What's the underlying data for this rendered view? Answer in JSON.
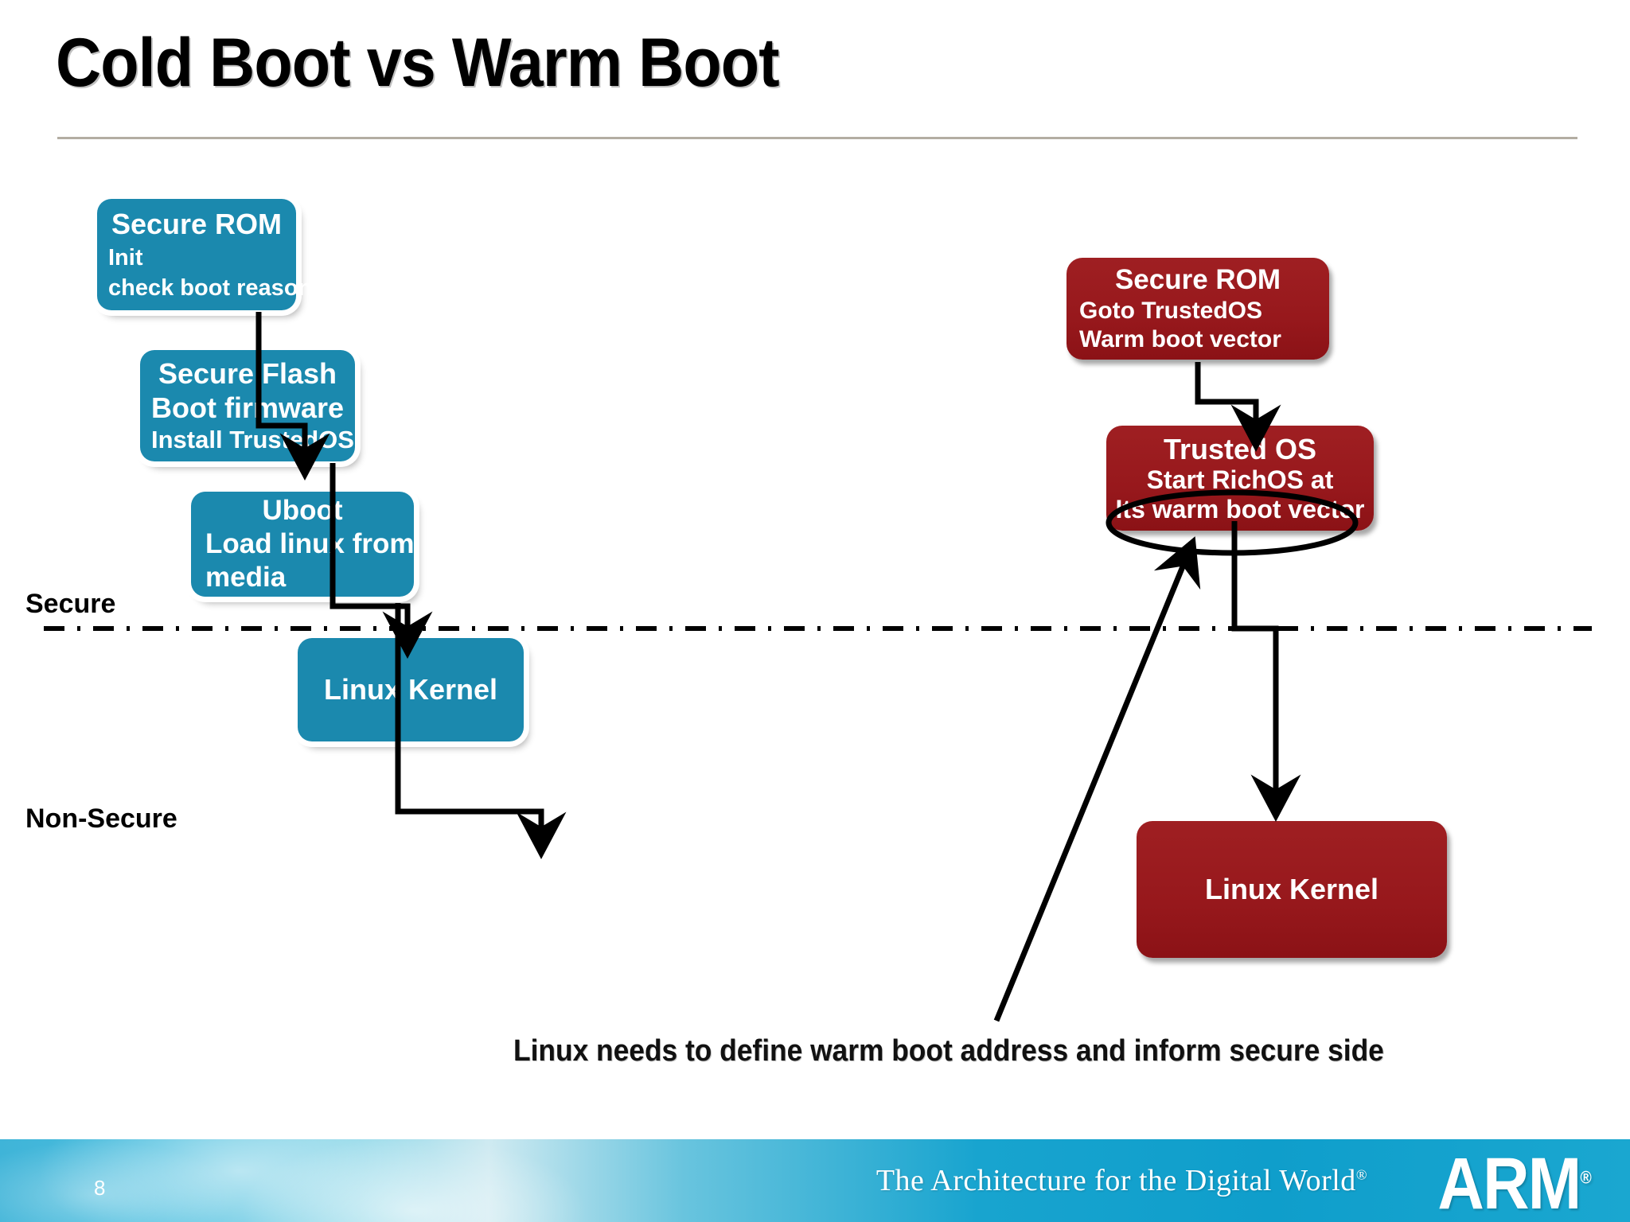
{
  "slide": {
    "title": "Cold Boot vs Warm Boot",
    "page_number": "8"
  },
  "regions": {
    "secure_label": "Secure",
    "nonsecure_label": "Non-Secure"
  },
  "colors": {
    "teal": "#1b89ae",
    "red": "#97181c",
    "footer_blue": "#18a4cf",
    "rule": "#b3ada3"
  },
  "cold_boot": {
    "boxes": [
      {
        "id": "secure-rom",
        "title": "Secure ROM",
        "line2": "Init",
        "line3": "check boot reason"
      },
      {
        "id": "secure-flash",
        "title": "Secure Flash",
        "line2": "Boot firmware",
        "line3": "Install TrustedOS"
      },
      {
        "id": "uboot",
        "title": "Uboot",
        "line2": "Load linux from",
        "line3": "media"
      },
      {
        "id": "linux-kernel",
        "title": "Linux Kernel",
        "line2": "",
        "line3": ""
      }
    ]
  },
  "warm_boot": {
    "boxes": [
      {
        "id": "secure-rom-warm",
        "title": "Secure ROM",
        "line2": "Goto TrustedOS",
        "line3": "Warm boot vector"
      },
      {
        "id": "trusted-os",
        "title": "Trusted OS",
        "line2": "Start RichOS at",
        "line3": "Its warm boot vector"
      },
      {
        "id": "linux-kernel-warm",
        "title": "Linux Kernel",
        "line2": "",
        "line3": ""
      }
    ]
  },
  "annotation": {
    "caption": "Linux needs to define warm boot address and inform secure side"
  },
  "footer": {
    "tagline": "The Architecture for the Digital World",
    "tagline_mark": "®",
    "logo": "ARM",
    "logo_mark": "®"
  }
}
